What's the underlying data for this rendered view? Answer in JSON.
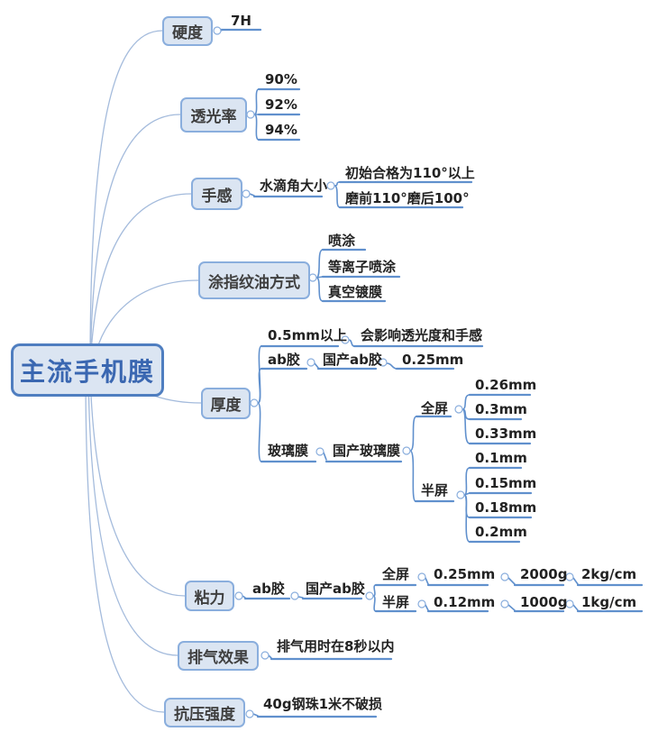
{
  "map": {
    "root": {
      "label": "主流手机膜"
    },
    "hardness": {
      "label": "硬度",
      "value": "7H"
    },
    "transmittance": {
      "label": "透光率",
      "values": [
        "90%",
        "92%",
        "94%"
      ]
    },
    "feel": {
      "label": "手感",
      "metric": "水滴角大小",
      "values": [
        "初始合格为110°以上",
        "磨前110°磨后100°"
      ]
    },
    "coating": {
      "label": "涂指纹油方式",
      "values": [
        "喷涂",
        "等离子喷涂",
        "真空镀膜"
      ]
    },
    "thickness": {
      "label": "厚度",
      "over": {
        "label": "0.5mm以上",
        "note": "会影响透光度和手感"
      },
      "ab": {
        "label": "ab胶",
        "domestic": "国产ab胶",
        "value": "0.25mm"
      },
      "glass": {
        "label": "玻璃膜",
        "domestic": "国产玻璃膜",
        "full": {
          "label": "全屏",
          "values": [
            "0.26mm",
            "0.3mm",
            "0.33mm"
          ]
        },
        "half": {
          "label": "半屏",
          "values": [
            "0.1mm",
            "0.15mm",
            "0.18mm",
            "0.2mm"
          ]
        }
      }
    },
    "adhesion": {
      "label": "粘力",
      "ab": "ab胶",
      "domestic": "国产ab胶",
      "full": {
        "label": "全屏",
        "thickness": "0.25mm",
        "weight": "2000g",
        "strength": "2kg/cm"
      },
      "half": {
        "label": "半屏",
        "thickness": "0.12mm",
        "weight": "1000g",
        "strength": "1kg/cm"
      }
    },
    "exhaust": {
      "label": "排气效果",
      "value": "排气用时在8秒以内"
    },
    "compression": {
      "label": "抗压强度",
      "value": "40g钢珠1米不破损"
    }
  },
  "colors": {
    "node_fill": "#dbe5f2",
    "node_border": "#8aaedd",
    "root_border": "#4f7ec0",
    "root_text": "#3a67b1",
    "branch_line": "#6090cd",
    "root_curve": "#a4bbdc",
    "leaf_text": "#222222"
  }
}
